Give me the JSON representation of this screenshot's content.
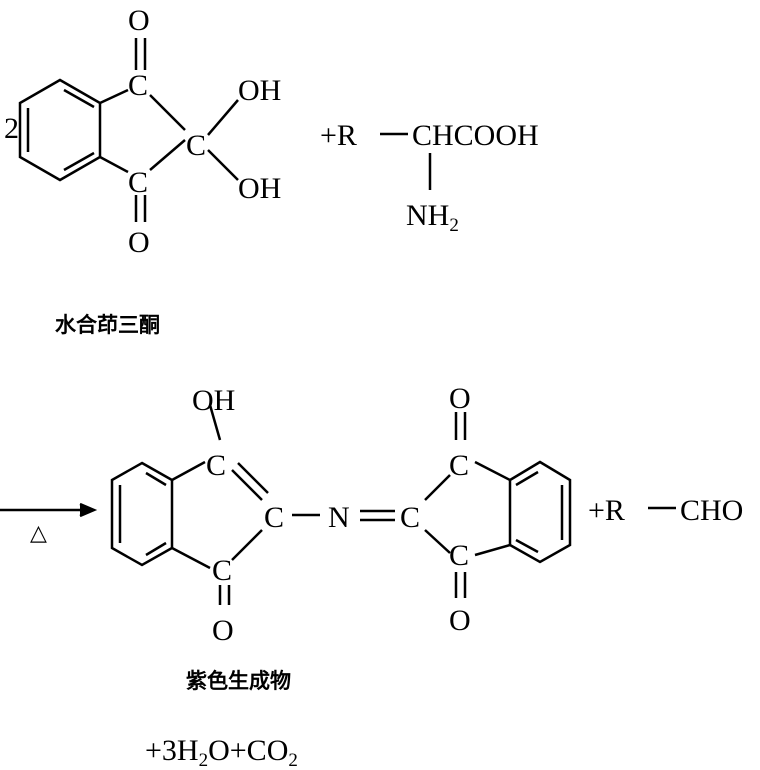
{
  "reactant1": {
    "coefficient": "2",
    "atoms": {
      "c_top": "C",
      "o_top": "O",
      "c_mid": "C",
      "oh_top": "OH",
      "oh_bottom": "OH",
      "c_bottom": "C",
      "o_bottom": "O"
    },
    "name": "水合茚三酮"
  },
  "reactant2": {
    "plus_r": "+R",
    "chain": "CHCOOH",
    "amine": "NH",
    "amine_sub": "2"
  },
  "arrow": {
    "condition": "△"
  },
  "product": {
    "atoms": {
      "oh": "OH",
      "c1": "C",
      "c2": "C",
      "n": "N",
      "c3": "C",
      "c4": "C",
      "o4": "O",
      "c5": "C",
      "o5": "O",
      "c6": "C",
      "o6": "O"
    },
    "name": "紫色生成物",
    "aldehyde_plus_r": "+R",
    "aldehyde": "CHO",
    "byproducts": {
      "prefix": "+3H",
      "h_sub": "2",
      "mid": "O+CO",
      "co_sub": "2"
    }
  }
}
